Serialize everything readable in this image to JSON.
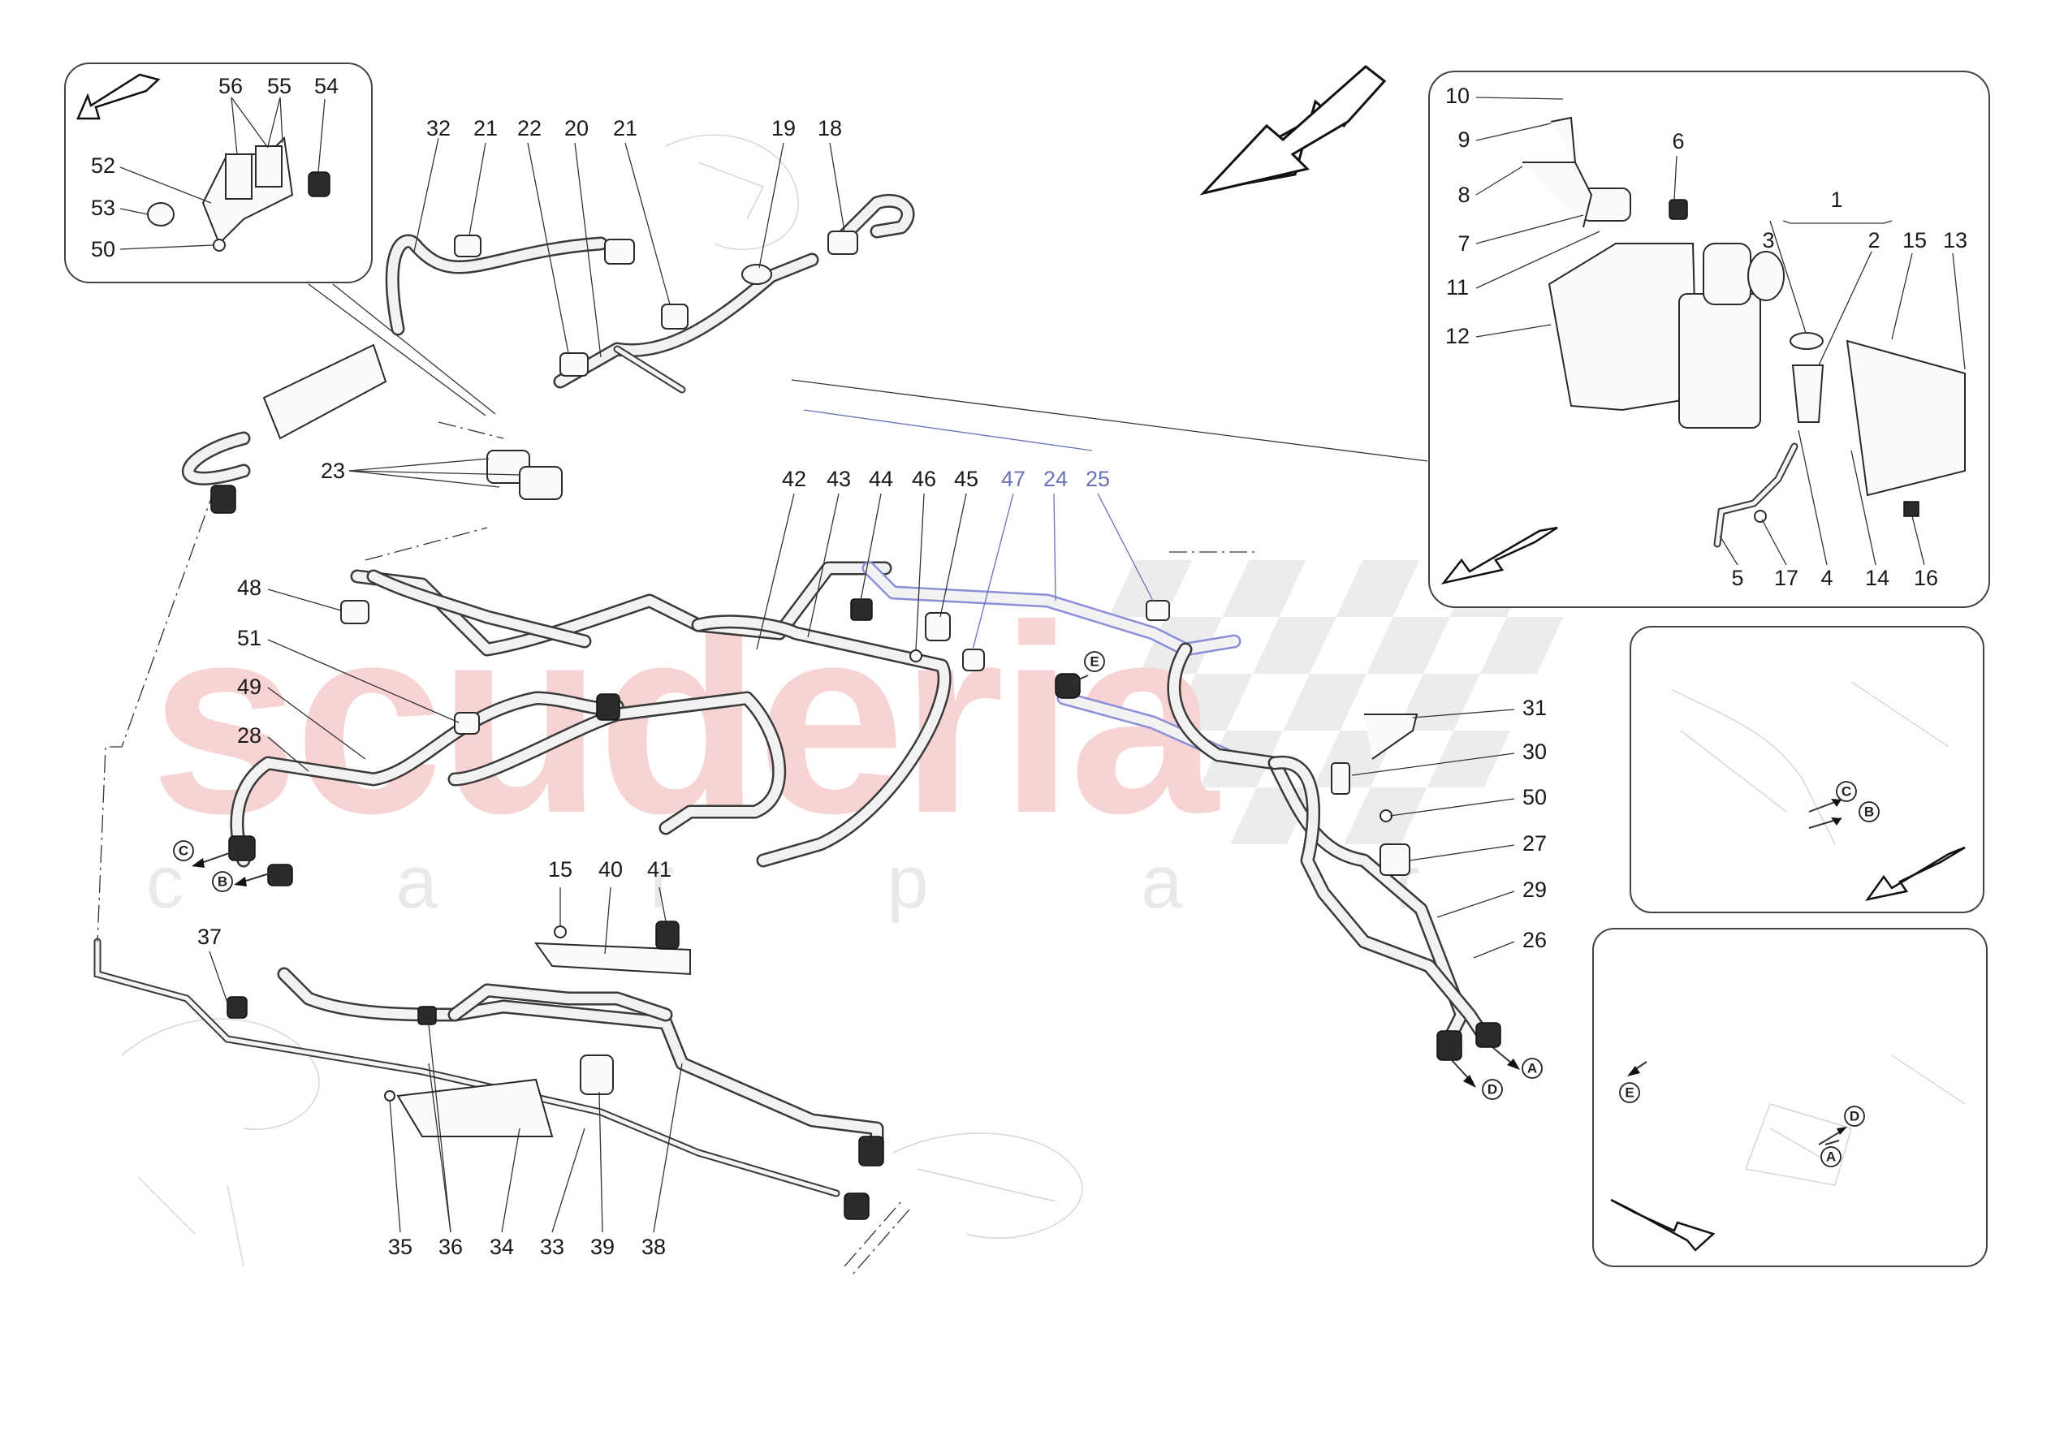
{
  "watermark": {
    "main": "scuderia",
    "sub": "c a r p a r t s"
  },
  "labels": [
    {
      "id": "56",
      "text": "56"
    },
    {
      "id": "55",
      "text": "55"
    },
    {
      "id": "54",
      "text": "54"
    },
    {
      "id": "52",
      "text": "52"
    },
    {
      "id": "53",
      "text": "53"
    },
    {
      "id": "50a",
      "text": "50"
    },
    {
      "id": "32",
      "text": "32"
    },
    {
      "id": "21a",
      "text": "21"
    },
    {
      "id": "22",
      "text": "22"
    },
    {
      "id": "20",
      "text": "20"
    },
    {
      "id": "21b",
      "text": "21"
    },
    {
      "id": "19",
      "text": "19"
    },
    {
      "id": "18",
      "text": "18"
    },
    {
      "id": "23",
      "text": "23"
    },
    {
      "id": "48",
      "text": "48"
    },
    {
      "id": "51",
      "text": "51"
    },
    {
      "id": "49",
      "text": "49"
    },
    {
      "id": "28",
      "text": "28"
    },
    {
      "id": "42",
      "text": "42"
    },
    {
      "id": "43",
      "text": "43"
    },
    {
      "id": "44",
      "text": "44"
    },
    {
      "id": "46",
      "text": "46"
    },
    {
      "id": "45",
      "text": "45"
    },
    {
      "id": "47",
      "text": "47"
    },
    {
      "id": "24",
      "text": "24"
    },
    {
      "id": "25",
      "text": "25"
    },
    {
      "id": "31",
      "text": "31"
    },
    {
      "id": "30",
      "text": "30"
    },
    {
      "id": "50b",
      "text": "50"
    },
    {
      "id": "27",
      "text": "27"
    },
    {
      "id": "29",
      "text": "29"
    },
    {
      "id": "26",
      "text": "26"
    },
    {
      "id": "15a",
      "text": "15"
    },
    {
      "id": "40",
      "text": "40"
    },
    {
      "id": "41",
      "text": "41"
    },
    {
      "id": "37",
      "text": "37"
    },
    {
      "id": "35",
      "text": "35"
    },
    {
      "id": "36",
      "text": "36"
    },
    {
      "id": "34",
      "text": "34"
    },
    {
      "id": "33",
      "text": "33"
    },
    {
      "id": "39",
      "text": "39"
    },
    {
      "id": "38",
      "text": "38"
    },
    {
      "id": "10",
      "text": "10"
    },
    {
      "id": "9",
      "text": "9"
    },
    {
      "id": "8",
      "text": "8"
    },
    {
      "id": "7",
      "text": "7"
    },
    {
      "id": "11",
      "text": "11"
    },
    {
      "id": "12",
      "text": "12"
    },
    {
      "id": "6",
      "text": "6"
    },
    {
      "id": "1",
      "text": "1"
    },
    {
      "id": "3",
      "text": "3"
    },
    {
      "id": "2",
      "text": "2"
    },
    {
      "id": "15b",
      "text": "15"
    },
    {
      "id": "13",
      "text": "13"
    },
    {
      "id": "5",
      "text": "5"
    },
    {
      "id": "17",
      "text": "17"
    },
    {
      "id": "4",
      "text": "4"
    },
    {
      "id": "14",
      "text": "14"
    },
    {
      "id": "16",
      "text": "16"
    }
  ],
  "refs": [
    {
      "id": "E1",
      "text": "E"
    },
    {
      "id": "C1",
      "text": "C"
    },
    {
      "id": "B1",
      "text": "B"
    },
    {
      "id": "A1",
      "text": "A"
    },
    {
      "id": "D1",
      "text": "D"
    },
    {
      "id": "C2",
      "text": "C"
    },
    {
      "id": "B2",
      "text": "B"
    },
    {
      "id": "E3",
      "text": "E"
    },
    {
      "id": "D3",
      "text": "D"
    },
    {
      "id": "A3",
      "text": "A"
    }
  ],
  "colors": {
    "label": "#1a1a1a",
    "highlight_label": "#6a72b8",
    "highlight_hose": "#8a90d8",
    "watermark": "#f7d3d3"
  }
}
